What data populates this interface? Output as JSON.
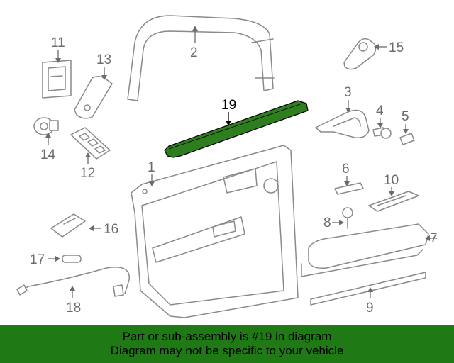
{
  "callouts": {
    "c1": "1",
    "c2": "2",
    "c3": "3",
    "c4": "4",
    "c5": "5",
    "c6": "6",
    "c7": "7",
    "c8": "8",
    "c9": "9",
    "c10": "10",
    "c11": "11",
    "c12": "12",
    "c13": "13",
    "c14": "14",
    "c15": "15",
    "c16": "16",
    "c17": "17",
    "c18": "18",
    "c19": "19"
  },
  "highlight": {
    "part_number": "19",
    "color": "#2e7d1f"
  },
  "banner": {
    "line1": "Part or sub-assembly is #19 in diagram",
    "line2": "Diagram may not be specific to your vehicle",
    "color": "#1f7a16"
  }
}
